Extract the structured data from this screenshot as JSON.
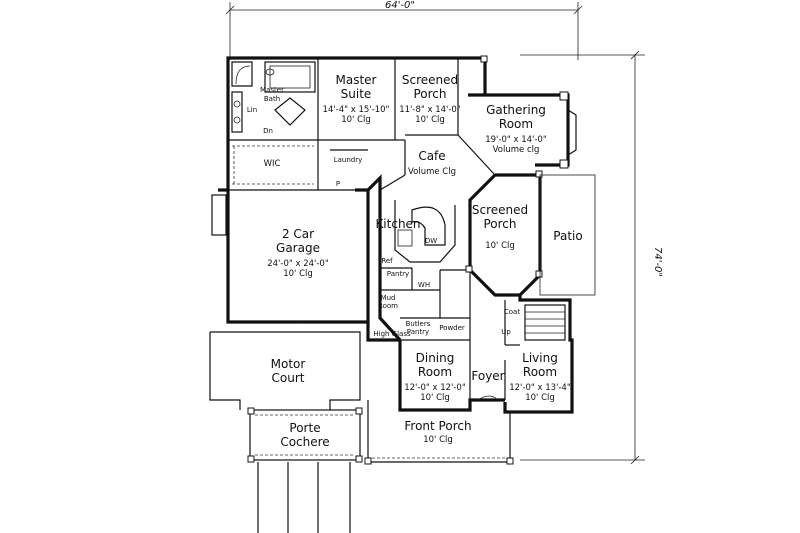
{
  "dimensions": {
    "width": "64'-0\"",
    "depth": "74'-0\""
  },
  "rooms": {
    "master_bath": {
      "name_1": "Master",
      "name_2": "Bath"
    },
    "master_suite": {
      "name_1": "Master",
      "name_2": "Suite",
      "size": "14'-4\" x 15'-10\"",
      "ceiling": "10' Clg"
    },
    "screened_porch_top": {
      "name_1": "Screened",
      "name_2": "Porch",
      "size": "11'-8\" x 14'-0\"",
      "ceiling": "10' Clg"
    },
    "gathering_room": {
      "name_1": "Gathering",
      "name_2": "Room",
      "size": "19'-0\" x 14'-0\"",
      "ceiling": "Volume clg"
    },
    "wic": {
      "name": "WIC"
    },
    "laundry": {
      "name": "Laundry"
    },
    "cafe": {
      "name": "Cafe",
      "ceiling": "Volume Clg"
    },
    "kitchen": {
      "name": "Kitchen"
    },
    "screened_porch_right": {
      "name_1": "Screened",
      "name_2": "Porch",
      "ceiling": "10' Clg"
    },
    "patio": {
      "name": "Patio"
    },
    "garage": {
      "name_1": "2 Car",
      "name_2": "Garage",
      "size": "24'-0\" x 24'-0\"",
      "ceiling": "10' Clg"
    },
    "pantry": {
      "name": "Pantry"
    },
    "mud_room": {
      "name_1": "Mud",
      "name_2": "Room"
    },
    "butlers_pantry": {
      "name_1": "Butlers",
      "name_2": "Pantry"
    },
    "powder": {
      "name": "Powder"
    },
    "coat": {
      "name": "Coat"
    },
    "dining_room": {
      "name_1": "Dining",
      "name_2": "Room",
      "size": "12'-0\" x 12'-0\"",
      "ceiling": "10' Clg"
    },
    "foyer": {
      "name": "Foyer"
    },
    "living_room": {
      "name_1": "Living",
      "name_2": "Room",
      "size": "12'-0\" x 13'-4\"",
      "ceiling": "10' Clg"
    },
    "motor_court": {
      "name_1": "Motor",
      "name_2": "Court"
    },
    "porte_cochere": {
      "name_1": "Porte",
      "name_2": "Cochere"
    },
    "front_porch": {
      "name": "Front Porch",
      "ceiling": "10' Clg"
    }
  },
  "small_labels": {
    "high_glass": "High Glass",
    "up": "Up",
    "dn": "Dn",
    "wh": "WH",
    "lin": "Lin",
    "ref": "Ref",
    "p": "P",
    "dw": "DW"
  }
}
